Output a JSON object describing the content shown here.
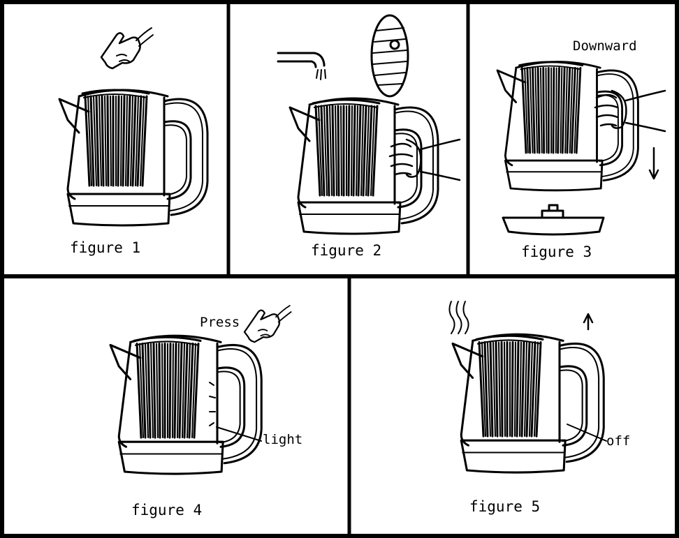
{
  "panels": [
    {
      "caption": "figure 1"
    },
    {
      "caption": "figure 2"
    },
    {
      "caption": "figure 3",
      "note": "Downward"
    },
    {
      "caption": "figure 4",
      "note": "Press",
      "callout": "light"
    },
    {
      "caption": "figure 5",
      "callout": "off"
    }
  ],
  "colors": {
    "ink": "#000000",
    "paper": "#ffffff"
  },
  "icons": [
    "kettle-icon",
    "pointing-hand-icon",
    "water-tap-icon",
    "gripping-hand-icon",
    "kettle-base-icon",
    "arrow-down-icon",
    "arrow-up-icon",
    "steam-icon",
    "light-callout-icon"
  ]
}
